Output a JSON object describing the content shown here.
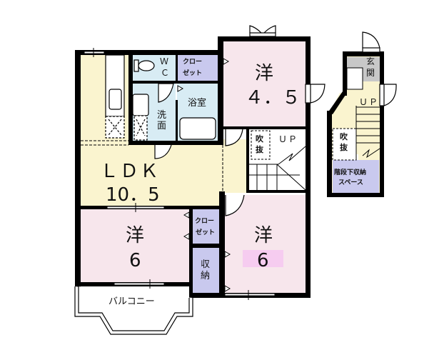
{
  "plan": {
    "colors": {
      "wall": "#000000",
      "ldk": "#faf4cf",
      "western_room": "#f7e6ec",
      "wet_area": "#d8ecf4",
      "closet": "#c9c9ee",
      "entrance": "#c8c8c8",
      "highlight": "#f6ccf0"
    },
    "floor1": {
      "ldk": {
        "name": "ＬＤＫ",
        "size": "10．5"
      },
      "wc": {
        "line1": "Ｗ",
        "line2": "Ｃ"
      },
      "closet_wc": {
        "line1": "クロー",
        "line2": "ゼット"
      },
      "bath": {
        "name": "浴室"
      },
      "washroom": {
        "line1": "洗",
        "line2": "面"
      },
      "room_north": {
        "name": "洋",
        "size": "４．５"
      },
      "stair_void": {
        "line1": "吹",
        "line2": "抜"
      },
      "stair_up": "ＵＰ",
      "room_west": {
        "name": "洋",
        "size": "6"
      },
      "closet_west": {
        "line1": "クロー",
        "line2": "ゼット"
      },
      "storage": {
        "line1": "収",
        "line2": "納"
      },
      "room_east": {
        "name": "洋",
        "size": "6"
      },
      "balcony": "バルコニー"
    },
    "floor0": {
      "entrance": {
        "line1": "玄",
        "line2": "関"
      },
      "stair_up": "ＵＰ",
      "void": {
        "line1": "吹",
        "line2": "抜"
      },
      "under_stair_storage": {
        "line1": "階段下収納",
        "line2": "スペース"
      }
    }
  }
}
